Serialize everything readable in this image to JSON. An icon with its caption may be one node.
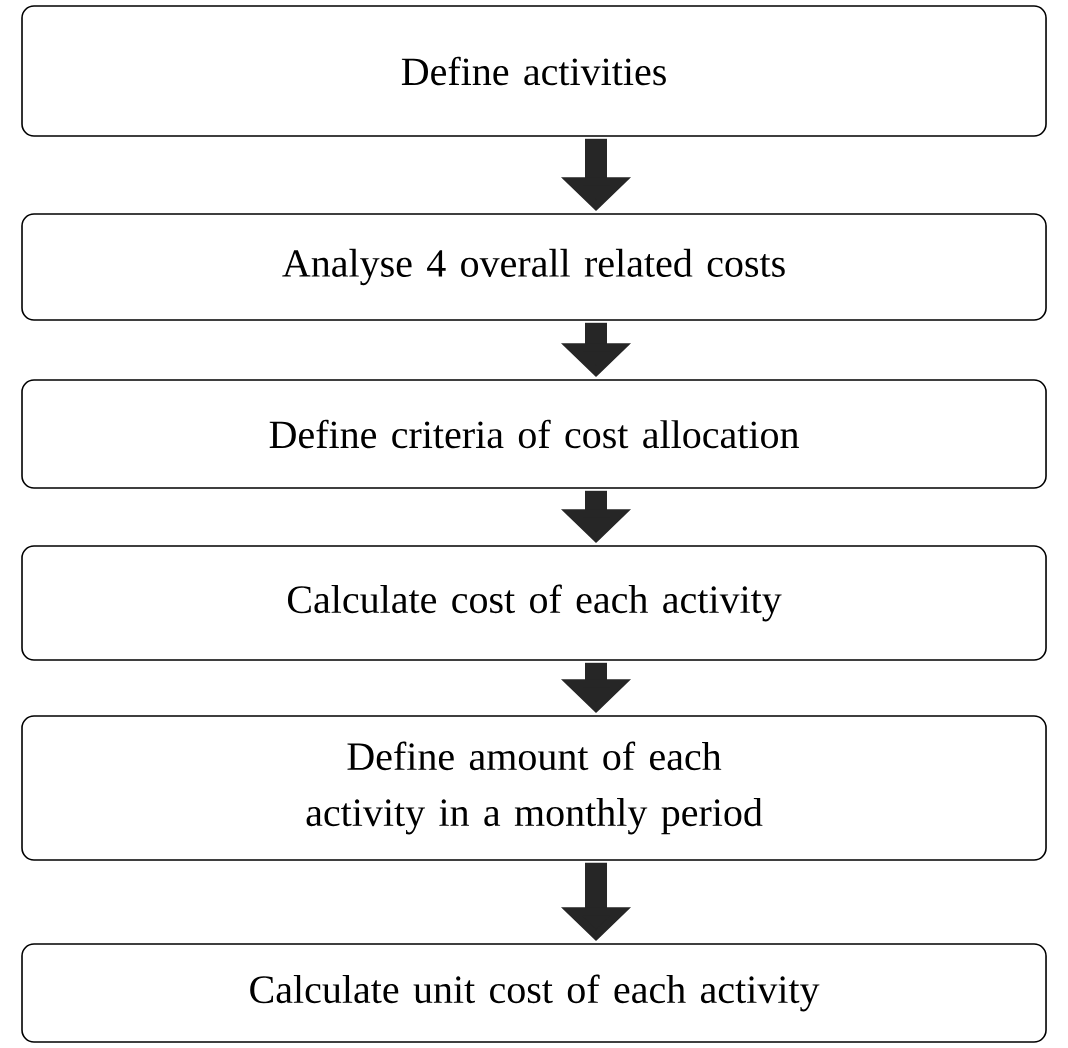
{
  "diagram": {
    "nodes": [
      {
        "text": [
          "Define activities"
        ]
      },
      {
        "text": [
          "Analyse 4 overall related costs"
        ]
      },
      {
        "text": [
          "Define criteria of cost allocation"
        ]
      },
      {
        "text": [
          "Calculate cost of each activity"
        ]
      },
      {
        "text": [
          "Define amount of each activity in a monthly period"
        ]
      },
      {
        "text": [
          "Calculate unit cost of each activity"
        ]
      }
    ],
    "edges": [
      {
        "from": 0,
        "to": 1,
        "arrow": "to"
      },
      {
        "from": 1,
        "to": 2,
        "arrow": "to"
      },
      {
        "from": 2,
        "to": 3,
        "arrow": "to"
      },
      {
        "from": 3,
        "to": 4,
        "arrow": "to"
      },
      {
        "from": 4,
        "to": 5,
        "arrow": "to"
      }
    ]
  }
}
